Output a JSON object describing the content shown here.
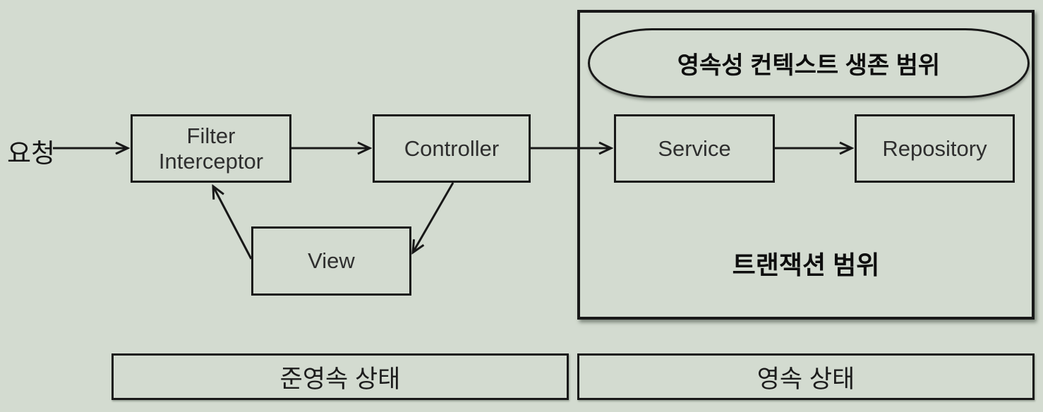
{
  "diagram": {
    "request_label": "요청",
    "boxes": {
      "filter_interceptor": {
        "line1": "Filter",
        "line2": "Interceptor"
      },
      "controller": {
        "label": "Controller"
      },
      "view": {
        "label": "View"
      },
      "service": {
        "label": "Service"
      },
      "repository": {
        "label": "Repository"
      }
    },
    "scopes": {
      "persistence_context_label": "영속성 컨텍스트 생존 범위",
      "transaction_label": "트랜잭션 범위"
    },
    "states": {
      "detached": "준영속 상태",
      "persistent": "영속 상태"
    },
    "colors": {
      "background": "#d3dbd0",
      "line": "#181818",
      "text": "#2e2e2e"
    }
  }
}
